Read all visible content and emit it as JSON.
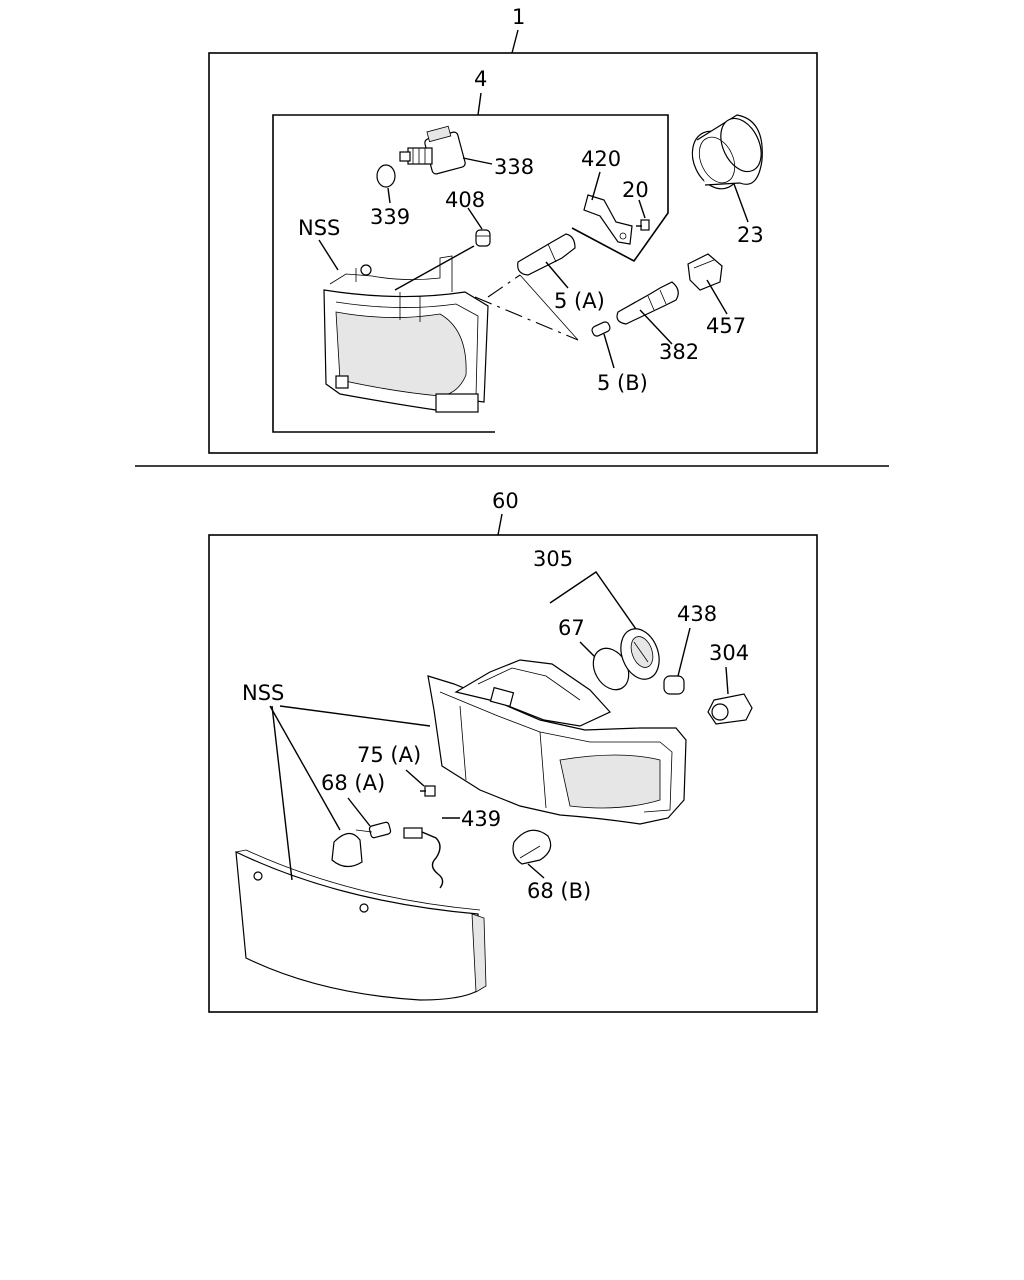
{
  "diagram": {
    "top_assembly": {
      "assembly_label": "1",
      "sub_assembly_label": "4",
      "callouts": {
        "p338": "338",
        "p339": "339",
        "p408": "408",
        "p420": "420",
        "p20": "20",
        "p23": "23",
        "nss": "NSS",
        "p5a": "5 (A)",
        "p5b": "5 (B)",
        "p382": "382",
        "p457": "457"
      }
    },
    "bottom_assembly": {
      "assembly_label": "60",
      "callouts": {
        "p305": "305",
        "p67": "67",
        "p438": "438",
        "p304": "304",
        "nss": "NSS",
        "p75a": "75 (A)",
        "p68a": "68 (A)",
        "p439": "439",
        "p68b": "68 (B)"
      }
    }
  }
}
